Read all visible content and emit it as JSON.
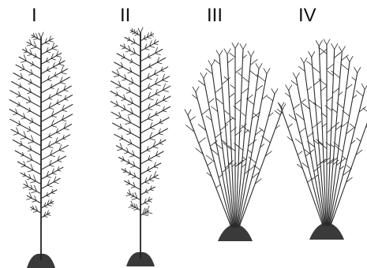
{
  "figure": {
    "plants": [
      {
        "label": "I"
      },
      {
        "label": "II"
      },
      {
        "label": "III"
      },
      {
        "label": "IV"
      }
    ]
  }
}
